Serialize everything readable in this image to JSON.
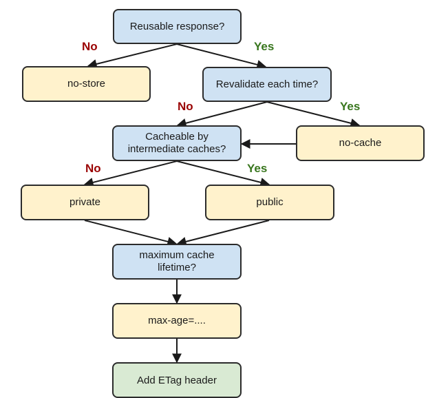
{
  "nodes": {
    "reusable": "Reusable response?",
    "no_store": "no-store",
    "revalidate": "Revalidate each time?",
    "cacheable": "Cacheable by\nintermediate caches?",
    "no_cache": "no-cache",
    "private": "private",
    "public": "public",
    "max_lifetime": "maximum cache\nlifetime?",
    "max_age": "max-age=....",
    "etag": "Add ETag header"
  },
  "labels": {
    "no": "No",
    "yes": "Yes"
  },
  "colors": {
    "question_fill": "#cfe2f3",
    "answer_fill": "#fff2cc",
    "final_fill": "#d9ead3",
    "no_label": "#990000",
    "yes_label": "#38761d",
    "stroke": "#2b2b2b"
  }
}
